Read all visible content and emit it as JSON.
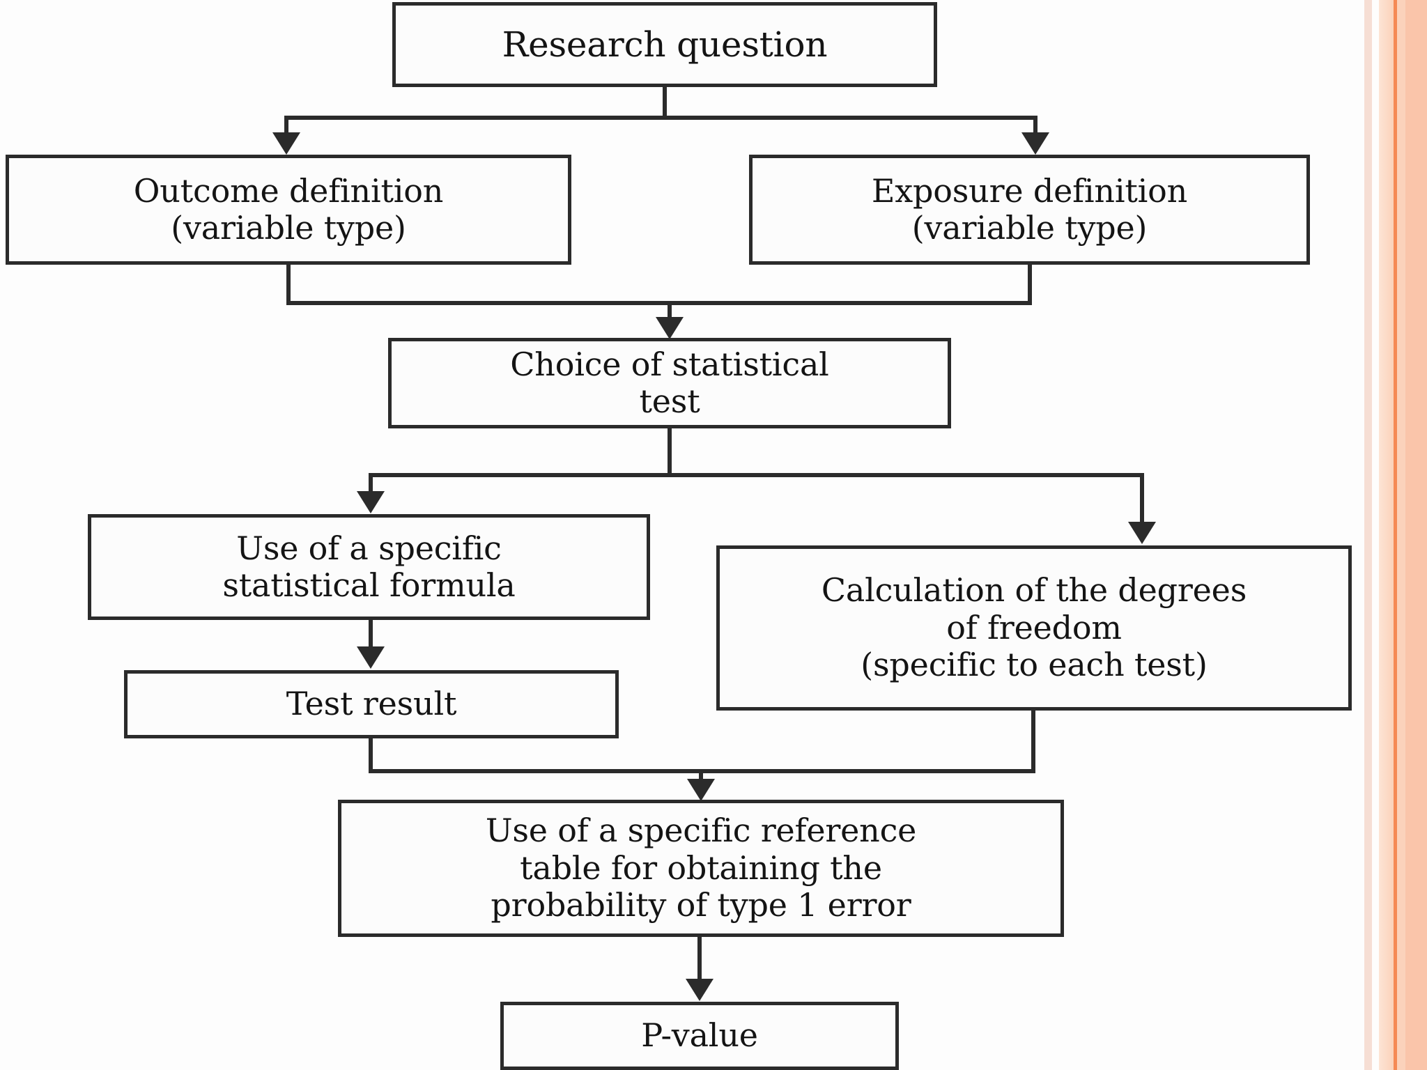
{
  "diagram": {
    "title": "Flowchart of statistical test selection and p-value derivation",
    "background_color": "#fdfdfd",
    "line_color": "#2b2b2b",
    "box_fill": "#fcfcfc",
    "text_color": "#141414",
    "nodes": [
      {
        "id": "research-question",
        "label": "Research question"
      },
      {
        "id": "outcome-definition",
        "label": "Outcome definition\n(variable type)"
      },
      {
        "id": "exposure-definition",
        "label": "Exposure definition\n(variable type)"
      },
      {
        "id": "choice-of-test",
        "label": "Choice of statistical\ntest"
      },
      {
        "id": "specific-formula",
        "label": "Use of a specific\nstatistical formula"
      },
      {
        "id": "degrees-of-freedom",
        "label": "Calculation of the degrees\nof freedom\n(specific to each test)"
      },
      {
        "id": "test-result",
        "label": "Test result"
      },
      {
        "id": "reference-table",
        "label": "Use of a specific reference\ntable for obtaining the\nprobability of type 1 error"
      },
      {
        "id": "p-value",
        "label": "P-value"
      }
    ],
    "edges": [
      {
        "from": "research-question",
        "to": "outcome-definition"
      },
      {
        "from": "research-question",
        "to": "exposure-definition"
      },
      {
        "from": "outcome-definition",
        "to": "choice-of-test"
      },
      {
        "from": "exposure-definition",
        "to": "choice-of-test"
      },
      {
        "from": "choice-of-test",
        "to": "specific-formula"
      },
      {
        "from": "choice-of-test",
        "to": "degrees-of-freedom"
      },
      {
        "from": "specific-formula",
        "to": "test-result"
      },
      {
        "from": "test-result",
        "to": "reference-table"
      },
      {
        "from": "degrees-of-freedom",
        "to": "reference-table"
      },
      {
        "from": "reference-table",
        "to": "p-value"
      }
    ]
  },
  "decoration": {
    "stripes": [
      {
        "name": "stripe-pale-peach-1",
        "color": "#f6ded4"
      },
      {
        "name": "stripe-white-gap",
        "color": "#fefdfc"
      },
      {
        "name": "stripe-peach-soft",
        "color": "#fbd8c4"
      },
      {
        "name": "stripe-orange-accent",
        "color": "#f58a55"
      },
      {
        "name": "stripe-peach-mid",
        "color": "#fbcdb4"
      },
      {
        "name": "stripe-peach-deep",
        "color": "#fac5aa"
      }
    ]
  }
}
